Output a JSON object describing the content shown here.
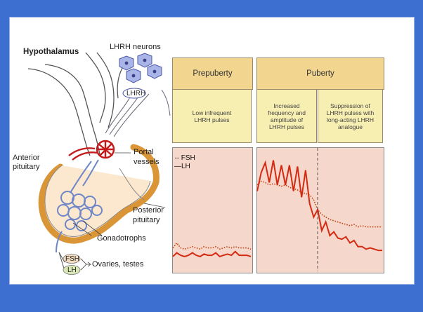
{
  "labels": {
    "hypothalamus": "Hypothalamus",
    "lhrh_neurons": "LHRH neurons",
    "lhrh": "LHRH",
    "anterior": "Anterior",
    "pituitary_a": "pituitary",
    "portal": "Portal",
    "vessels": "vessels",
    "posterior": "Posterior",
    "pituitary_p": "pituitary",
    "gonadotrophs": "Gonadotrophs",
    "fsh": "FSH",
    "lh": "LH",
    "targets": "Ovaries, testes"
  },
  "table": {
    "prepuberty": "Prepuberty",
    "puberty": "Puberty",
    "desc_pre": [
      "Low infrequent",
      "LHRH pulses"
    ],
    "desc_mid": [
      "Increased",
      "frequency and",
      "amplitude of",
      "LHRH pulses"
    ],
    "desc_right": [
      "Suppression of",
      "LHRH pulses with",
      "long-acting LHRH",
      "analogue"
    ]
  },
  "legend": {
    "fsh": "FSH",
    "lh": "LH"
  },
  "colors": {
    "lh": "#d42a12",
    "fsh": "#c2410c",
    "panel": "#f6d7cc",
    "header": "#f2d690",
    "desc": "#f7eeb2",
    "frame": "#3d6fd1"
  },
  "chart_data": {
    "type": "line",
    "panels": [
      {
        "name": "Prepuberty",
        "x": [
          0,
          1,
          2,
          3,
          4,
          5,
          6,
          7,
          8,
          9,
          10,
          11,
          12,
          13,
          14,
          15,
          16,
          17,
          18,
          19,
          20
        ],
        "series": [
          {
            "name": "FSH",
            "style": "dotted",
            "values": [
              1.9,
              2.3,
              1.9,
              1.8,
              1.9,
              2.0,
              1.9,
              1.8,
              2.0,
              1.9,
              1.9,
              2.0,
              1.8,
              1.9,
              2.0,
              1.9,
              2.0,
              1.9,
              1.9,
              1.9,
              1.8
            ]
          },
          {
            "name": "LH",
            "style": "solid",
            "values": [
              1.2,
              1.5,
              1.3,
              1.2,
              1.3,
              1.5,
              1.3,
              1.2,
              1.4,
              1.3,
              1.3,
              1.5,
              1.2,
              1.3,
              1.4,
              1.3,
              1.6,
              1.3,
              1.3,
              1.3,
              1.2
            ]
          }
        ]
      },
      {
        "name": "Puberty",
        "x": [
          0,
          1,
          2,
          3,
          4,
          5,
          6,
          7,
          8,
          9,
          10,
          11,
          12,
          13,
          14,
          15,
          16,
          17,
          18,
          19,
          20,
          21,
          22,
          23,
          24,
          25,
          26,
          27,
          28,
          29,
          30,
          31
        ],
        "series": [
          {
            "name": "FSH",
            "style": "dotted",
            "values": [
              7.0,
              7.3,
              7.2,
              7.0,
              7.1,
              7.0,
              6.9,
              7.0,
              6.8,
              6.7,
              6.6,
              6.4,
              6.3,
              6.2,
              5.8,
              5.0,
              4.6,
              4.4,
              4.2,
              4.1,
              4.0,
              3.9,
              3.8,
              3.7,
              3.8,
              3.6,
              3.7,
              3.6,
              3.6,
              3.6,
              3.6,
              3.6
            ]
          },
          {
            "name": "LH",
            "style": "solid",
            "values": [
              6.5,
              8.0,
              8.8,
              7.2,
              9.0,
              7.0,
              8.6,
              7.0,
              8.6,
              6.5,
              8.5,
              6.0,
              8.2,
              5.5,
              4.4,
              5.0,
              3.3,
              4.0,
              2.9,
              3.2,
              2.7,
              2.6,
              2.8,
              2.3,
              2.5,
              2.0,
              2.0,
              1.8,
              1.9,
              1.8,
              1.7,
              1.7
            ]
          }
        ]
      }
    ],
    "ylim": [
      0,
      10
    ]
  }
}
